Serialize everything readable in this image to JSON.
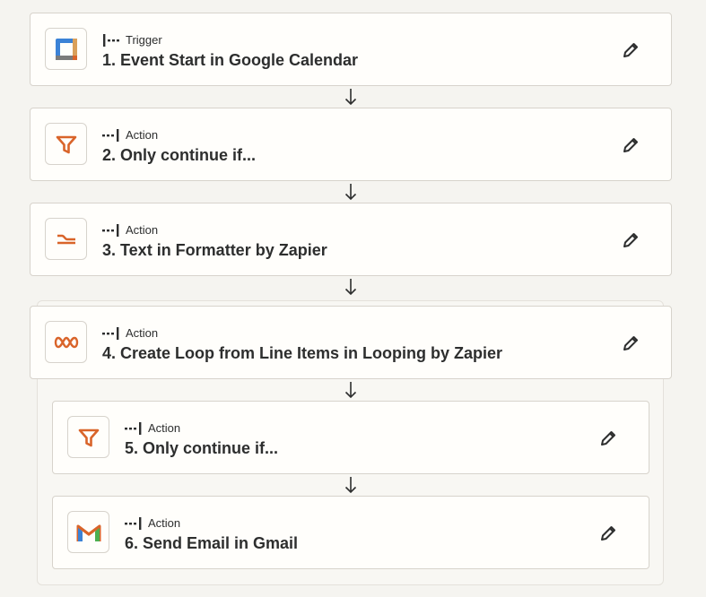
{
  "steps": [
    {
      "kind": "Trigger",
      "title": "1. Event Start in Google Calendar",
      "icon": "google-calendar-icon"
    },
    {
      "kind": "Action",
      "title": "2. Only continue if...",
      "icon": "filter-icon"
    },
    {
      "kind": "Action",
      "title": "3. Text in Formatter by Zapier",
      "icon": "formatter-icon"
    },
    {
      "kind": "Action",
      "title": "4. Create Loop from Line Items in Looping by Zapier",
      "icon": "looping-icon"
    },
    {
      "kind": "Action",
      "title": "5. Only continue if...",
      "icon": "filter-icon"
    },
    {
      "kind": "Action",
      "title": "6. Send Email in Gmail",
      "icon": "gmail-icon"
    }
  ],
  "colors": {
    "accent_orange": "#d9642a",
    "card_border": "#d7d3cc",
    "text": "#2d2e2e"
  }
}
